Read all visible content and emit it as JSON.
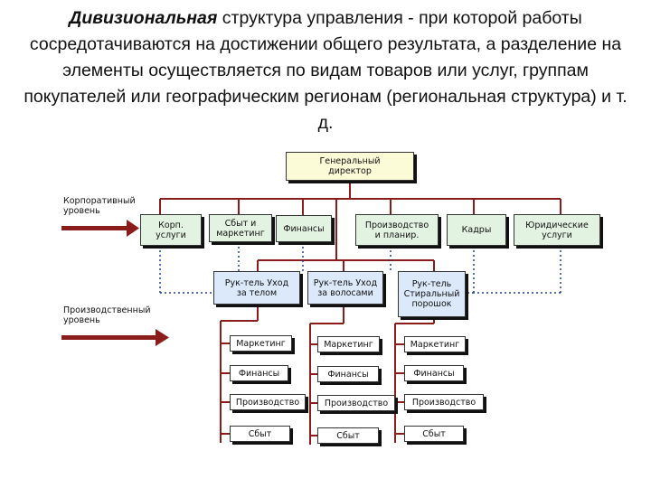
{
  "heading": {
    "lead": "Дивизиональная",
    "rest": " структура управления - при которой работы сосредотачиваются на достижении общего результата, а разделение на элементы осуществляется по видам товаров или услуг, группам покупателей или географическим регионам (региональная структура) и т. д."
  },
  "levels": {
    "corporate": "Корпоративный\nуровень",
    "production": "Производственный\nуровень"
  },
  "director": "Генеральный\nдиректор",
  "services": [
    "Корп.\nуслуги",
    "Сбыт и\nмаркетинг",
    "Финансы",
    "Производство\nи планир.",
    "Кадры",
    "Юридические\nуслуги"
  ],
  "divisions": [
    {
      "head": "Рук-тель Уход\nза телом",
      "depts": [
        "Маркетинг",
        "Финансы",
        "Производство",
        "Сбыт"
      ]
    },
    {
      "head": "Рук-тель Уход\nза волосами",
      "depts": [
        "Маркетинг",
        "Финансы",
        "Производство",
        "Сбыт"
      ]
    },
    {
      "head": "Рук-тель\nСтиральный\nпорошок",
      "depts": [
        "Маркетинг",
        "Финансы",
        "Производство",
        "Сбыт"
      ]
    }
  ],
  "colors": {
    "arrow": "#8b1c1c",
    "director_fill": "#fbfbd7",
    "service_fill": "#e3f3e1",
    "division_fill": "#dce9fb",
    "dotted_link": "#1f3d9a"
  }
}
